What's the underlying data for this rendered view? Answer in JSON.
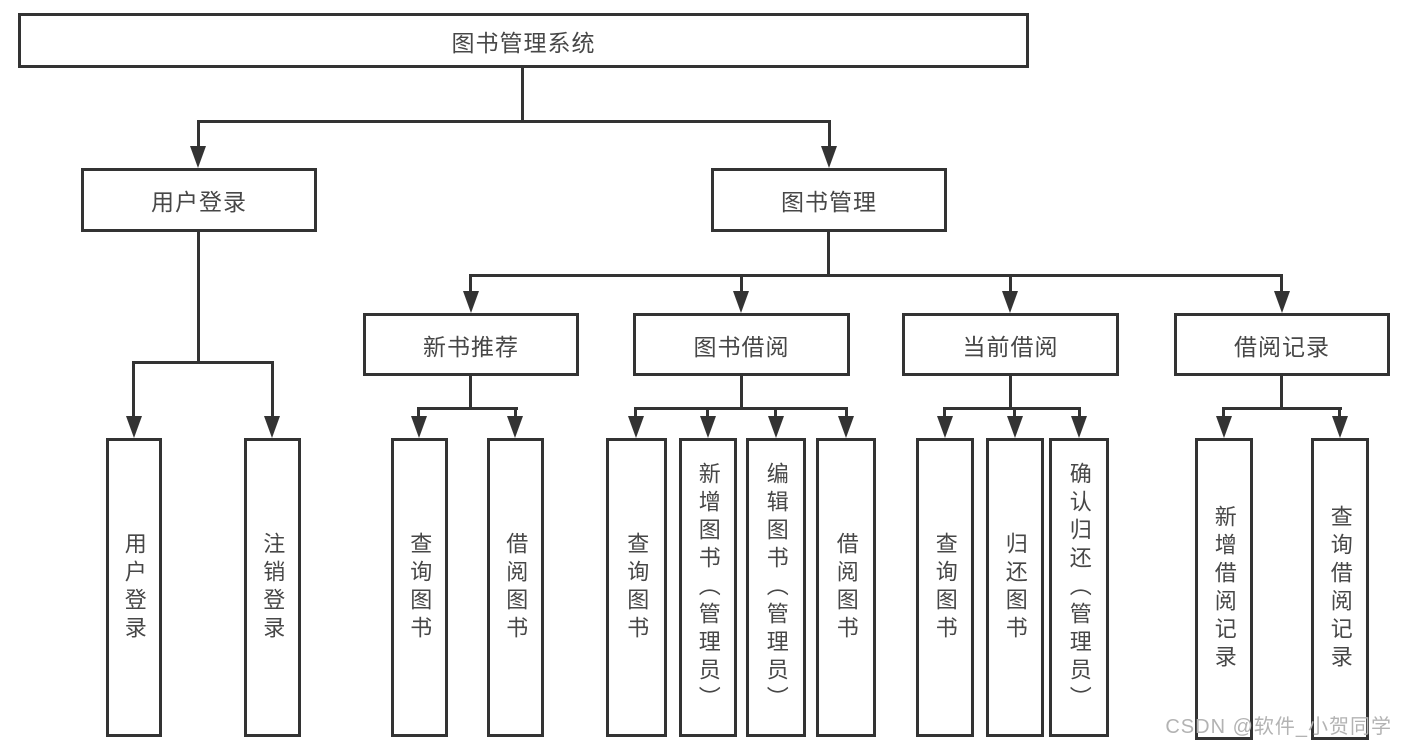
{
  "diagram": {
    "type": "hierarchy-tree",
    "title": "图书管理系统",
    "nodes": {
      "root": {
        "label": "图书管理系统"
      },
      "level2": [
        {
          "label": "用户登录"
        },
        {
          "label": "图书管理"
        }
      ],
      "level3": [
        {
          "label": "新书推荐",
          "parent": "图书管理"
        },
        {
          "label": "图书借阅",
          "parent": "图书管理"
        },
        {
          "label": "当前借阅",
          "parent": "图书管理"
        },
        {
          "label": "借阅记录",
          "parent": "图书管理"
        }
      ],
      "leaves": [
        {
          "label": "用户登录",
          "parent": "用户登录"
        },
        {
          "label": "注销登录",
          "parent": "用户登录"
        },
        {
          "label": "查询图书",
          "parent": "新书推荐"
        },
        {
          "label": "借阅图书",
          "parent": "新书推荐"
        },
        {
          "label": "查询图书",
          "parent": "图书借阅"
        },
        {
          "label": "新增图书（管理员）",
          "parent": "图书借阅"
        },
        {
          "label": "编辑图书（管理员）",
          "parent": "图书借阅"
        },
        {
          "label": "借阅图书",
          "parent": "图书借阅"
        },
        {
          "label": "查询图书",
          "parent": "当前借阅"
        },
        {
          "label": "归还图书",
          "parent": "当前借阅"
        },
        {
          "label": "确认归还（管理员）",
          "parent": "当前借阅"
        },
        {
          "label": "新增借阅记录",
          "parent": "借阅记录"
        },
        {
          "label": "查询借阅记录",
          "parent": "借阅记录"
        }
      ]
    }
  },
  "watermark": "CSDN @软件_小贺同学",
  "colors": {
    "line": "#333333",
    "text": "#474747",
    "watermark": "#b3b3b3",
    "background": "#ffffff"
  }
}
